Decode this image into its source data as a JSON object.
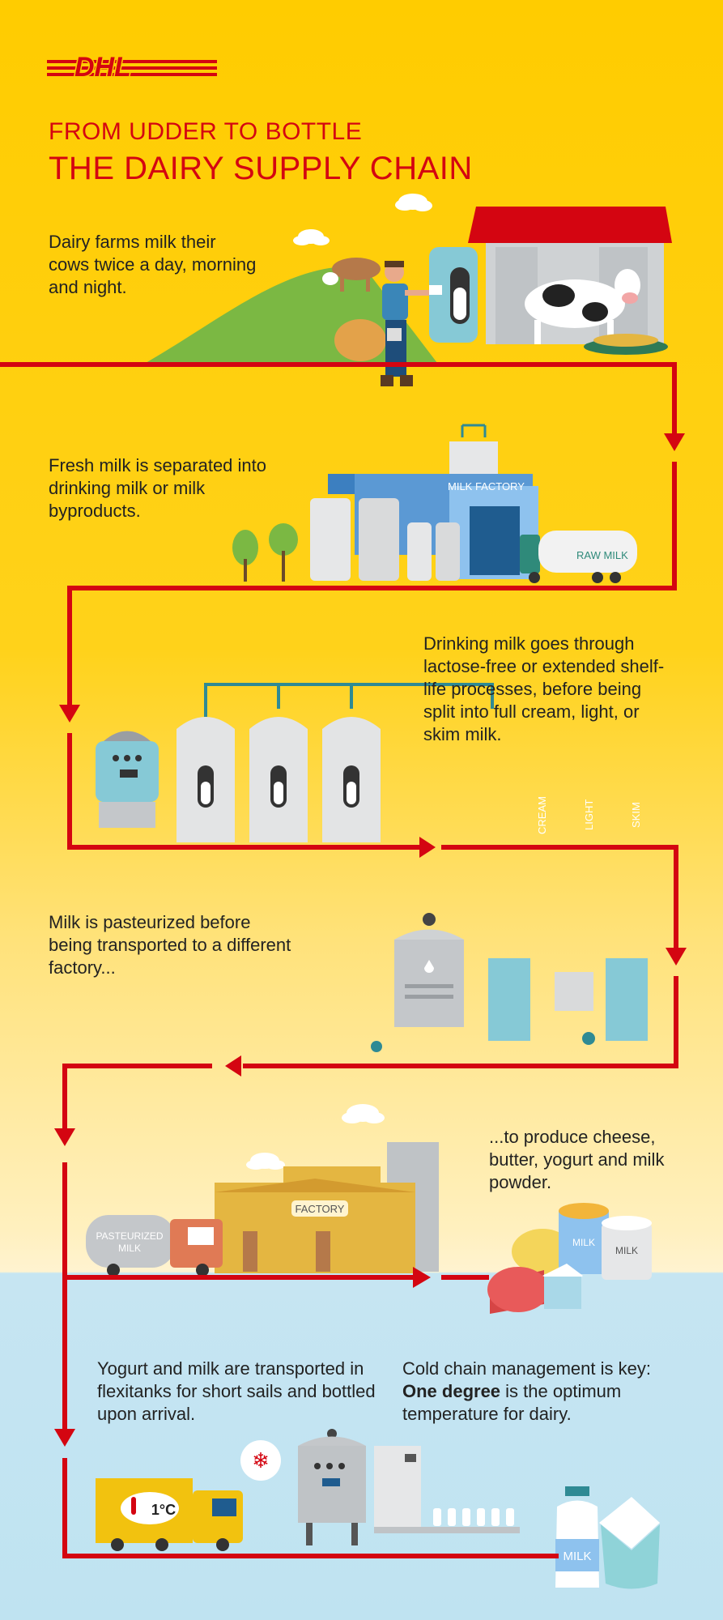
{
  "brand": {
    "logo_text": "DHL"
  },
  "header": {
    "subtitle": "FROM UDDER TO BOTTLE",
    "title": "THE DAIRY SUPPLY CHAIN"
  },
  "steps": [
    {
      "text": "Dairy farms milk their cows twice a day, morning and night."
    },
    {
      "text": "Fresh milk is separated into drinking milk or milk byproducts."
    },
    {
      "text": "Drinking milk goes through lactose-free or extended shelf-life processes, before being split into full cream, light, or skim milk."
    },
    {
      "text": "Milk is pasteurized before being transported to a different factory..."
    },
    {
      "text": "...to produce cheese, butter, yogurt and milk powder."
    },
    {
      "text": "Yogurt and milk are transported in flexitanks for short sails and bottled upon arrival."
    }
  ],
  "cold_chain": {
    "text_before": "Cold chain management is key: ",
    "emphasis": "One degree",
    "text_after": " is the optimum temperature for dairy."
  },
  "labels": {
    "milk_factory": "MILK FACTORY",
    "raw_milk": "RAW MILK",
    "cream": "CREAM",
    "light": "LIGHT",
    "skim": "SKIM",
    "factory": "FACTORY",
    "pasteurized_milk_1": "PASTEURIZED",
    "pasteurized_milk_2": "MILK",
    "milk_can": "MILK",
    "milk_tin": "MILK",
    "milk_bottle": "MILK",
    "temperature": "1°C"
  },
  "colors": {
    "dhl_red": "#d40511",
    "dhl_yellow": "#ffcc00",
    "sky_blue": "#bfe3f1"
  }
}
